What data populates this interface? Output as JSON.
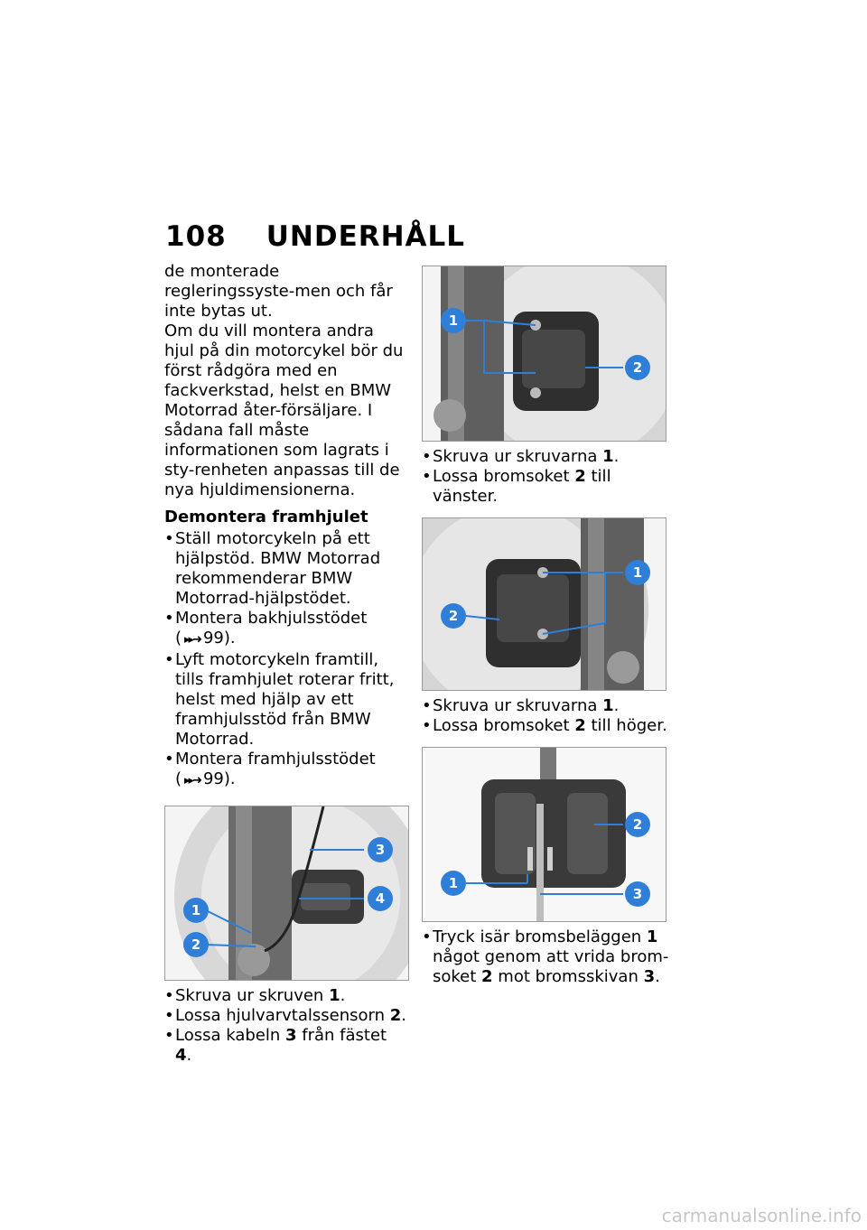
{
  "header": {
    "page_number": "108",
    "title": "UNDERHÅLL"
  },
  "left": {
    "intro_1": "de monterade regleringssyste-men och får inte bytas ut.",
    "intro_2": "Om du vill montera andra hjul på din motorcykel bör du först rådgöra med en fackverkstad, helst en BMW Motorrad åter-försäljare. I sådana fall måste informationen som lagrats i sty-renheten anpassas till de nya hjuldimensionerna.",
    "subheading": "Demontera framhjulet",
    "bullets": [
      {
        "text": "Ställ motorcykeln på ett hjälpstöd. BMW Motorrad rekommenderar BMW Motorrad-hjälpstödet."
      },
      {
        "pre": "Montera bakhjulsstödet (",
        "ref": "99",
        "post": ")."
      },
      {
        "text": "Lyft motorcykeln framtill, tills framhjulet roterar fritt, helst med hjälp av ett framhjulsstöd från BMW Motorrad."
      },
      {
        "pre": "Montera framhjulsstödet (",
        "ref": "99",
        "post": ")."
      }
    ],
    "fig_callouts": [
      "1",
      "2",
      "3",
      "4"
    ],
    "fig_caption_bullets": [
      {
        "pre": "Skruva ur skruven ",
        "num": "1",
        "post": "."
      },
      {
        "pre": "Lossa hjulvarvtalssensorn ",
        "num": "2",
        "post": "."
      },
      {
        "pre": "Lossa kabeln ",
        "num": "3",
        "mid": " från fästet ",
        "num2": "4",
        "post": "."
      }
    ]
  },
  "right": {
    "fig1_callouts": [
      "1",
      "2"
    ],
    "fig1_bullets": [
      {
        "pre": "Skruva ur skruvarna ",
        "num": "1",
        "post": "."
      },
      {
        "pre": "Lossa bromsoket ",
        "num": "2",
        "post": " till vänster."
      }
    ],
    "fig2_callouts": [
      "1",
      "2"
    ],
    "fig2_bullets": [
      {
        "pre": "Skruva ur skruvarna ",
        "num": "1",
        "post": "."
      },
      {
        "pre": "Lossa bromsoket ",
        "num": "2",
        "post": " till höger."
      }
    ],
    "fig3_callouts": [
      "1",
      "2",
      "3"
    ],
    "fig3_bullets": [
      {
        "pre": "Tryck isär bromsbeläggen ",
        "num": "1",
        "mid": " något genom att vrida brom-soket ",
        "num2": "2",
        "mid2": " mot bromsskivan ",
        "num3": "3",
        "post": "."
      }
    ]
  },
  "icons": {
    "reference": "arrow-reference-icon"
  },
  "colors": {
    "callout_blue": "#2f7fd8",
    "leader_line": "#2f7fd8"
  },
  "footer": {
    "watermark": "carmanualsonline.info"
  }
}
